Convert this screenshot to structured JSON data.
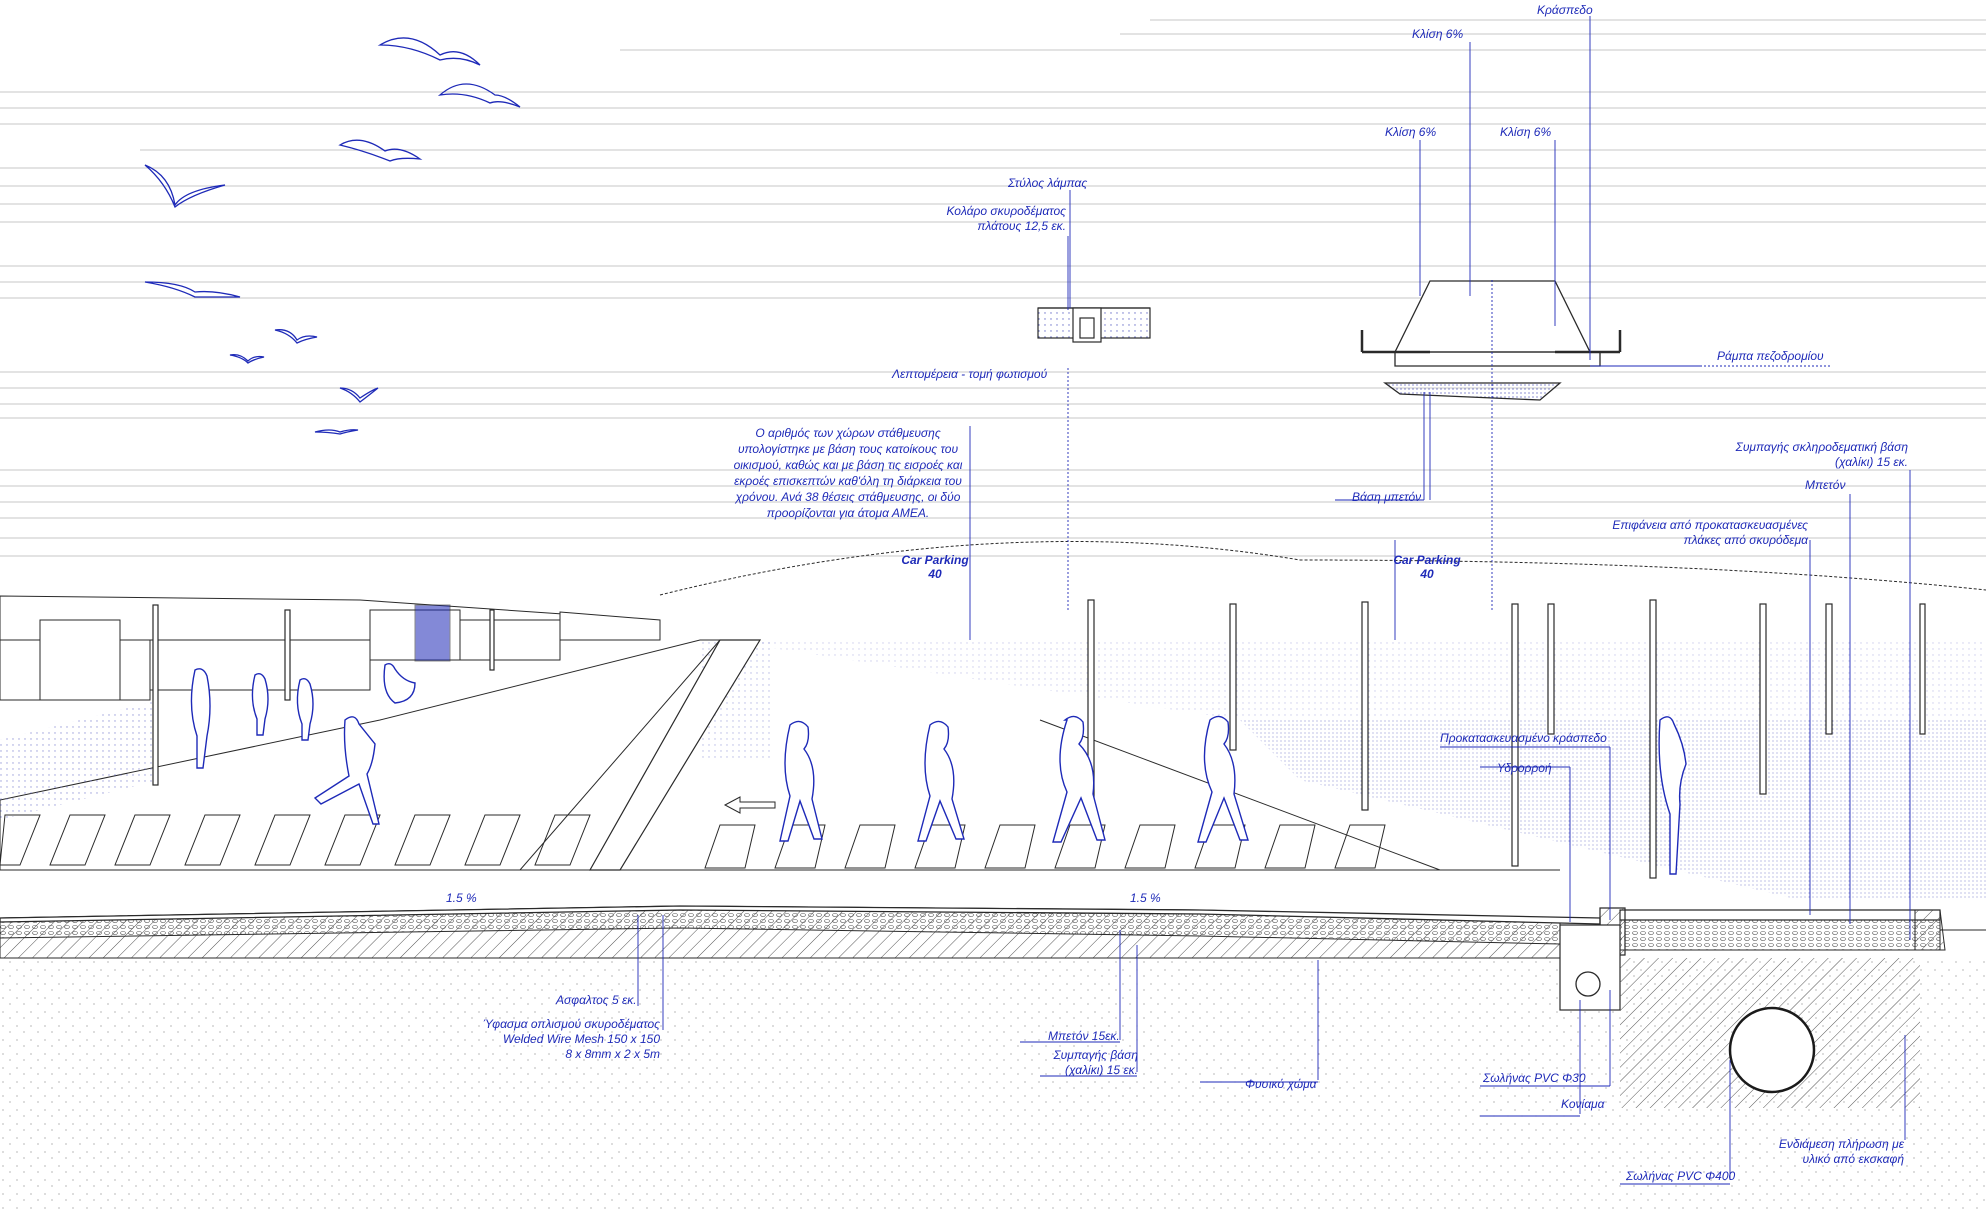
{
  "labels": {
    "kraspedo": "Κράσπεδο",
    "klisi_top": "Κλίση 6%",
    "klisi_left": "Κλίση 6%",
    "klisi_right": "Κλίση 6%",
    "stylos": "Στύλος λάμπας",
    "kolaro_1": "Κολάρο σκυροδέματος",
    "kolaro_2": "πλάτους 12,5 εκ.",
    "rampa": "Ράμπα πεζοδρομίου",
    "leptomereia": "Λεπτομέρεια - τομή φωτισμού",
    "vasi_mpeton": "Βάση μπετόν",
    "symp_skl_1": "Συμπαγής σκληροδεματική βάση",
    "symp_skl_2": "(χαλίκι) 15 εκ.",
    "mpeton": "Μπετόν",
    "epifaneia_1": "Επιφάνεια από προκατασκευασμένες",
    "epifaneia_2": "πλάκες από σκυρόδεμα",
    "parking_left_1": "Car Parking",
    "parking_left_2": "40",
    "parking_right_1": "Car Parking",
    "parking_right_2": "40",
    "prokat_kraspedo": "Προκατασκευασμένο κράσπεδο",
    "ydrorroi": "Υδρορροή",
    "slope_left": "1.5 %",
    "slope_right": "1.5 %",
    "asfaltos": "Ασφαλτος 5 εκ.",
    "yfasma_1": "Ύφασμα οπλισμού σκυροδέματος",
    "yfasma_2": "Welded Wire Mesh 150 x 150",
    "yfasma_3": "8 x 8mm x 2 x 5m",
    "mpeton15": "Μπετόν 15εκ.",
    "symp_vasi_1": "Συμπαγής βάση",
    "symp_vasi_2": "(χαλίκι) 15 εκ.",
    "fysiko": "Φυσικό χώμα",
    "pvc30": "Σωλήνας PVC Φ30",
    "koniama": "Κονίαμα",
    "endiamesi_1": "Ενδιάμεση πλήρωση με",
    "endiamesi_2": "υλικό από εκσκαφή",
    "pvc400": "Σωλήνας PVC Φ400"
  },
  "note_text": "Ο αριθμός των χώρων στάθμευσης υπολογίστηκε με βάση τους κατοίκους του οικισμού, καθώς και με βάση τις εισροές και εκροές επισκεπτών καθ'όλη τη διάρκεια του χρόνου. Ανά 38 θέσεις στάθμευσης, οι δύο προορίζονται για άτομα ΑΜΕΑ.",
  "colors": {
    "ink": "#1e2ab8",
    "line": "#2a2a2a",
    "hatch": "#3a3a3a",
    "sky": "#9a9a9a"
  }
}
